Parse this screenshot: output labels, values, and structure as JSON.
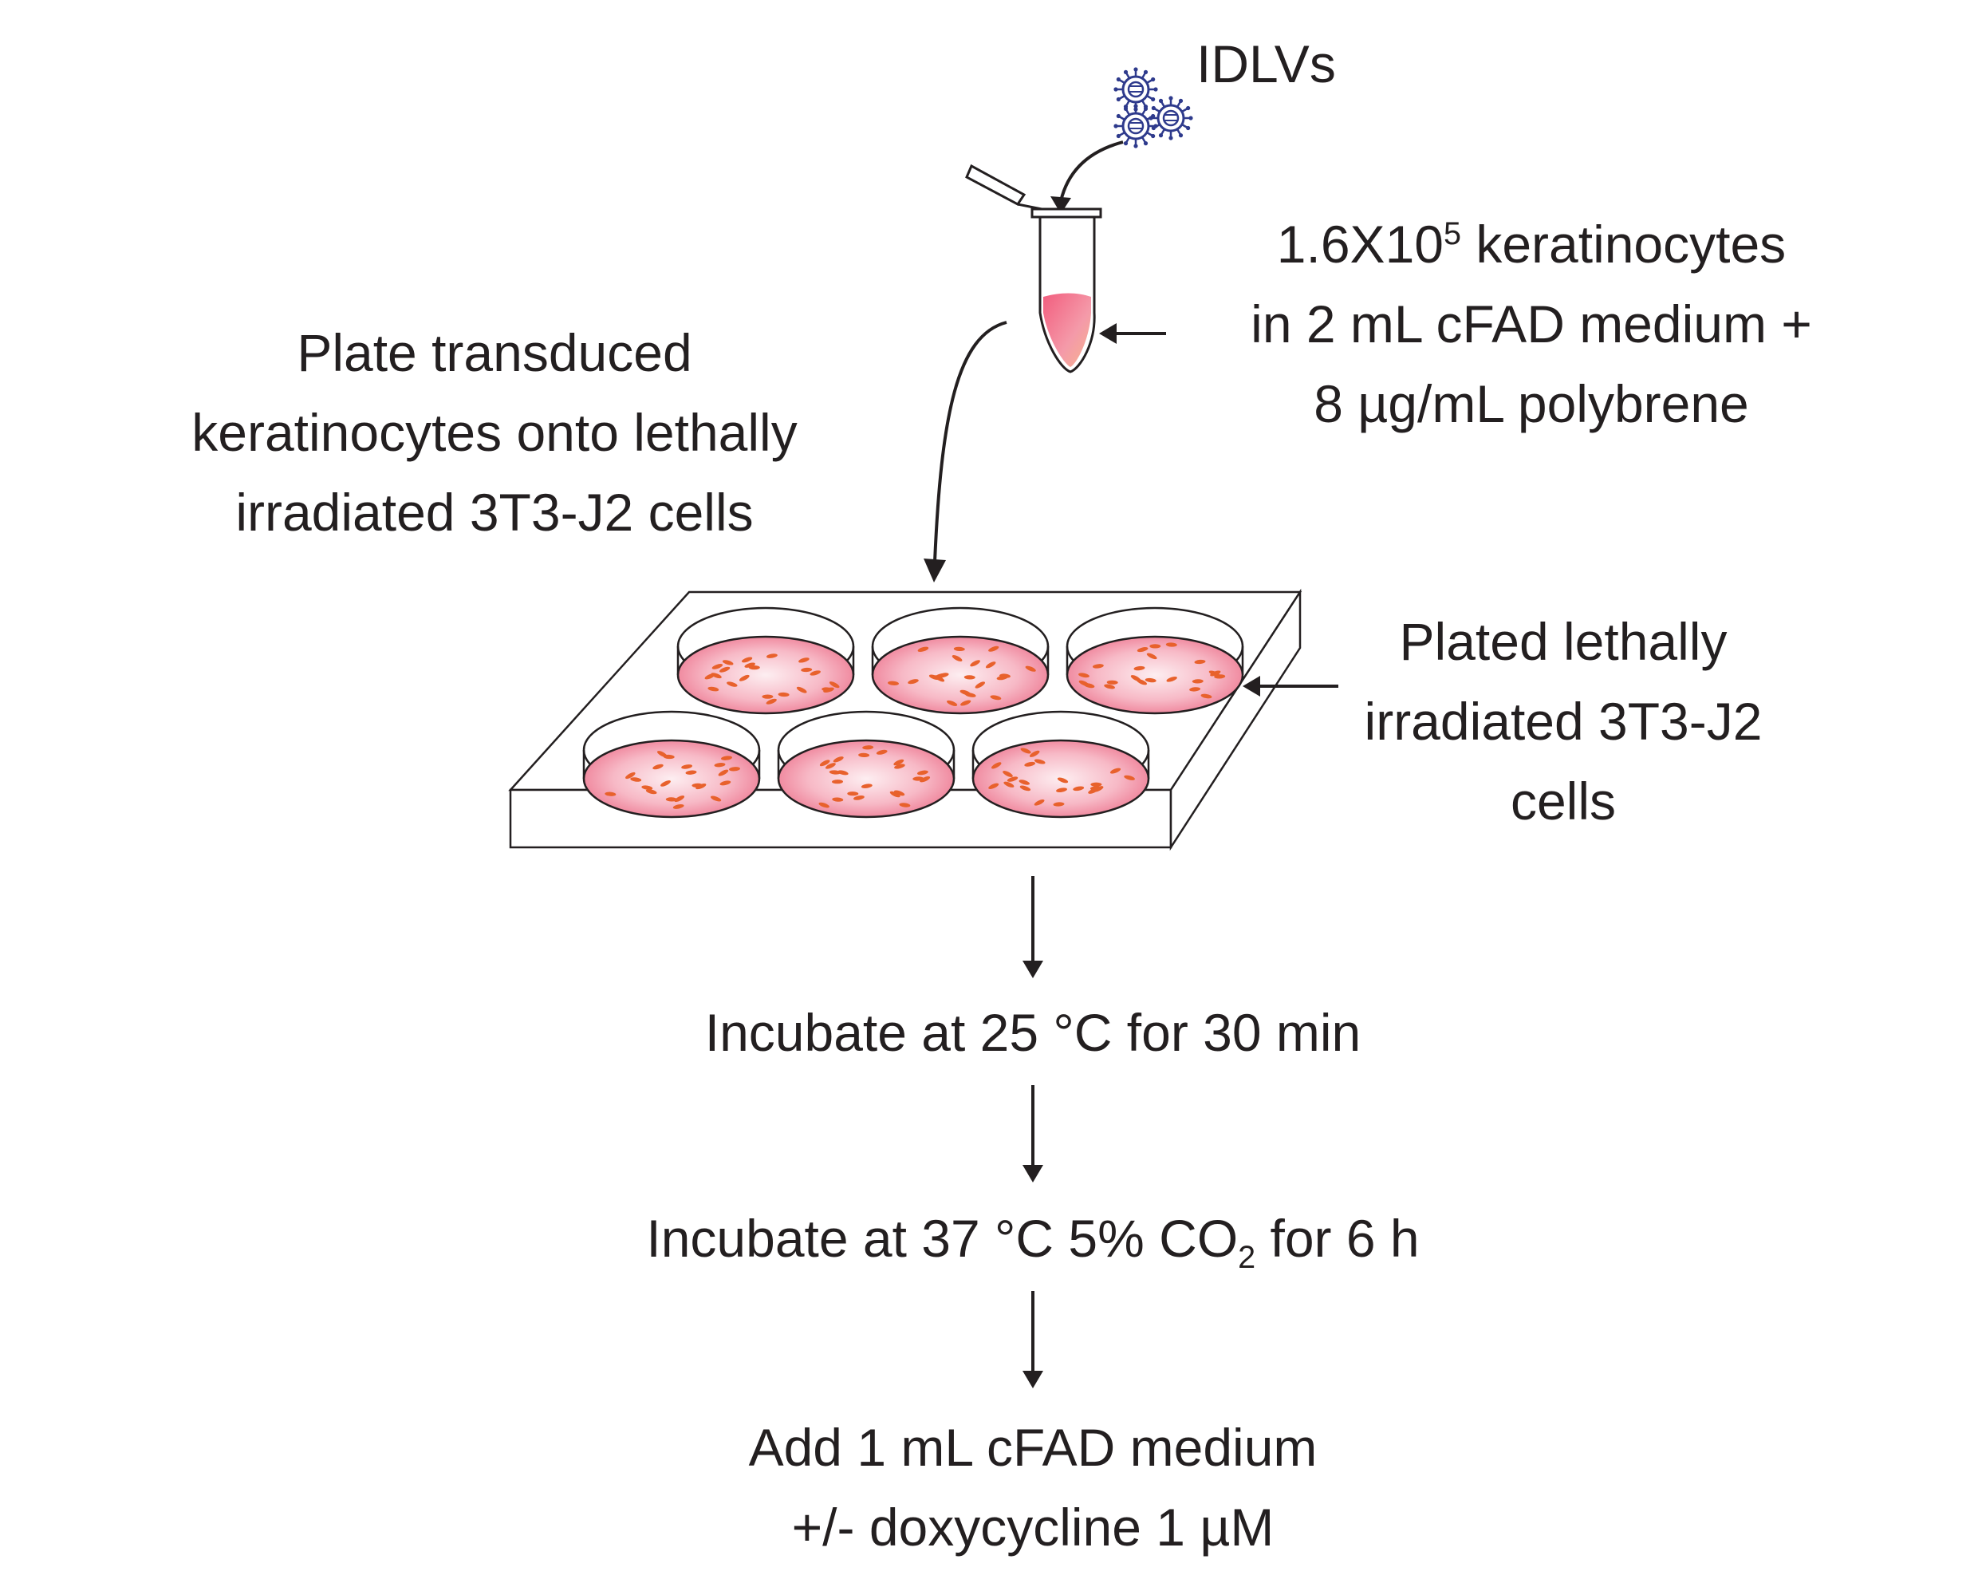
{
  "labels": {
    "idlvs": "IDLVs",
    "tube": {
      "line1_pre": "1.6X10",
      "line1_sup": "5",
      "line1_post": " keratinocytes",
      "line2": "in 2 mL cFAD medium +",
      "line3": "8 µg/mL polybrene"
    },
    "plate_step": {
      "line1": "Plate transduced",
      "line2": "keratinocytes onto lethally",
      "line3": "irradiated 3T3-J2 cells"
    },
    "plated_cells": {
      "line1": "Plated lethally",
      "line2": "irradiated 3T3-J2",
      "line3": "cells"
    },
    "step_incubate_25": "Incubate at 25 °C for 30 min",
    "step_incubate_37": {
      "pre": "Incubate at 37 °C 5% CO",
      "sub": "2",
      "post": " for 6 h"
    },
    "step_add": {
      "line1": "Add 1 mL cFAD medium",
      "line2": "+/- doxycycline 1 µM"
    }
  },
  "colors": {
    "text": "#231f20",
    "line": "#231f20",
    "virus": "#2e3a8c",
    "medium_pink": "#f07a92",
    "medium_light": "#fbdde3",
    "cell_orange": "#e8612c"
  },
  "icons": [
    "virus-icon",
    "microtube-icon",
    "six-well-plate-icon"
  ]
}
